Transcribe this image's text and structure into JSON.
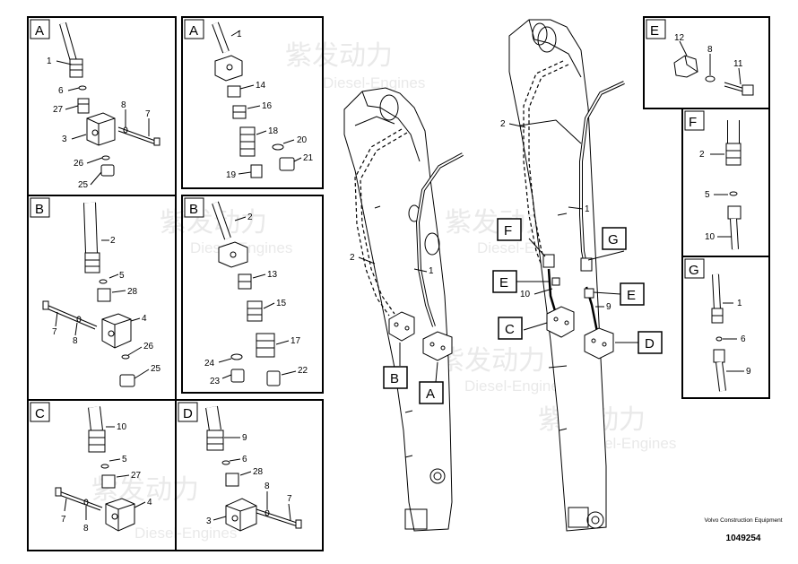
{
  "watermark": {
    "brand_cn": "紫发动力",
    "brand_en": "Diesel-Engines"
  },
  "panels": [
    {
      "id": "A",
      "letter": "A",
      "labels": [
        "1",
        "6",
        "27",
        "3",
        "8",
        "7",
        "26",
        "25"
      ]
    },
    {
      "id": "A2",
      "letter": "A",
      "labels": [
        "1",
        "14",
        "16",
        "18",
        "20",
        "21",
        "19"
      ]
    },
    {
      "id": "B",
      "letter": "B",
      "labels": [
        "2",
        "5",
        "28",
        "7",
        "8",
        "4",
        "26",
        "25"
      ]
    },
    {
      "id": "B2",
      "letter": "B",
      "labels": [
        "2",
        "13",
        "15",
        "17",
        "24",
        "23",
        "22"
      ]
    },
    {
      "id": "C",
      "letter": "C",
      "labels": [
        "10",
        "5",
        "27",
        "7",
        "8",
        "4"
      ]
    },
    {
      "id": "D",
      "letter": "D",
      "labels": [
        "9",
        "6",
        "28",
        "8",
        "7",
        "3"
      ]
    },
    {
      "id": "E",
      "letter": "E",
      "labels": [
        "12",
        "8",
        "11"
      ]
    },
    {
      "id": "F",
      "letter": "F",
      "labels": [
        "2",
        "5",
        "10"
      ]
    },
    {
      "id": "G",
      "letter": "G",
      "labels": [
        "1",
        "6",
        "9"
      ]
    }
  ],
  "arm_left": {
    "labels": [
      "2",
      "1"
    ],
    "callouts": [
      "B",
      "A"
    ]
  },
  "arm_right": {
    "labels": [
      "2",
      "1",
      "10",
      "9"
    ],
    "callouts": [
      "F",
      "G",
      "E",
      "E",
      "C",
      "D"
    ]
  },
  "footer": {
    "maker": "Volvo Construction Equipment",
    "part_number": "1049254"
  }
}
